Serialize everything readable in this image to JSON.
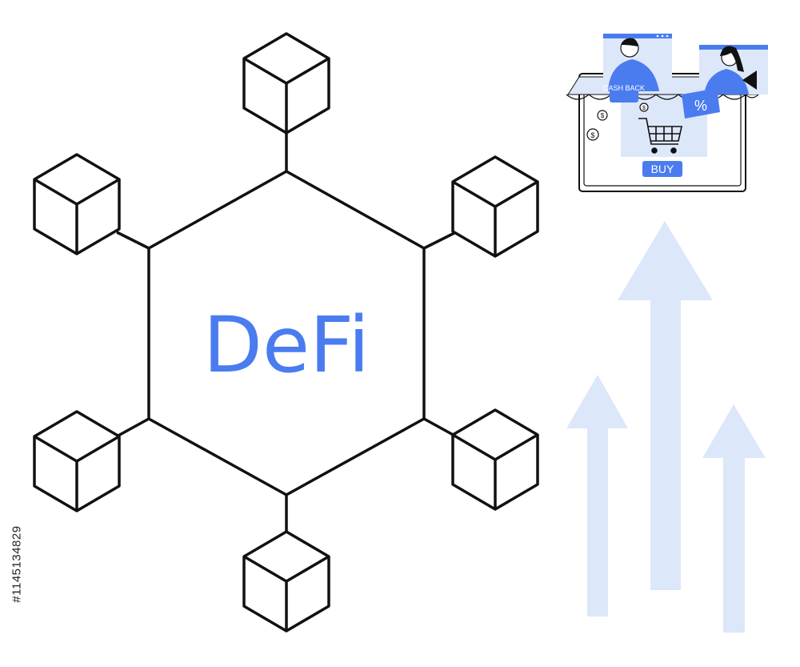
{
  "diagram": {
    "center_label": "DeFi",
    "node_count": 6,
    "colors": {
      "accent": "#4a7cf0",
      "stroke": "#111111",
      "arrow": "#dde7fa"
    }
  },
  "shop": {
    "cashback_label": "CASH BACK",
    "discount_symbol": "%",
    "coin_symbol": "$",
    "buy_label": "BUY",
    "icons": [
      "man-avatar-icon",
      "woman-avatar-icon",
      "shopping-cart-icon",
      "coin-icon",
      "discount-coupon-icon"
    ]
  },
  "growth_arrows": {
    "count": 3
  },
  "stock_id": "#1145134829"
}
